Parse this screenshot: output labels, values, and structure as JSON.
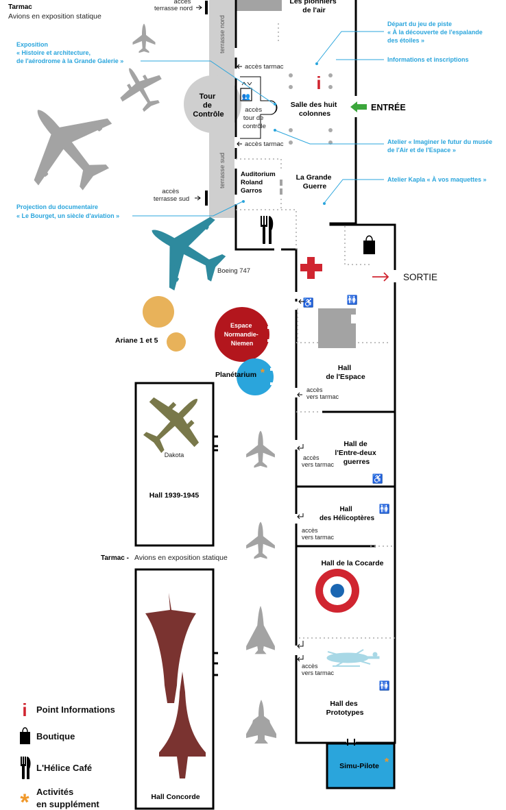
{
  "tarmac_top": {
    "title": "Tarmac",
    "subtitle": "Avions en exposition statique",
    "access_nord": [
      "accès",
      "terrasse nord"
    ],
    "access_sud": [
      "accès",
      "terrasse sud"
    ]
  },
  "terraces": {
    "nord": "terrasse nord",
    "sud": "terrasse sud"
  },
  "tower": [
    "Tour",
    "de",
    "Contrôle"
  ],
  "rooms": {
    "pionniers": [
      "Les pionniers",
      "de l'air"
    ],
    "huit_colonnes": [
      "Salle des huit",
      "colonnes"
    ],
    "acces_tour": [
      "accès",
      "tour de",
      "contrôle"
    ],
    "auditorium": [
      "Auditorium",
      "Roland",
      "Garros"
    ],
    "grande_guerre": [
      "La Grande",
      "Guerre"
    ],
    "normandie": [
      "Espace",
      "Normandie-",
      "Niemen"
    ],
    "planetarium": "Planétarium",
    "hall_espace": [
      "Hall",
      "de l'Espace"
    ],
    "entre_deux": [
      "Hall de",
      "l'Entre-deux",
      "guerres"
    ],
    "helicopteres": [
      "Hall",
      "des Hélicoptères"
    ],
    "cocarde": "Hall de la Cocarde",
    "prototypes": [
      "Hall des",
      "Prototypes"
    ],
    "simu": "Simu-Pilote",
    "hall_1939": "Hall 1939-1945",
    "concorde": "Hall Concorde"
  },
  "access_labels": {
    "tarmac": "accès tarmac",
    "vers": [
      "accès",
      "vers tarmac"
    ]
  },
  "exhibits": {
    "boeing": "Boeing 747",
    "ariane": "Ariane 1 et 5",
    "dakota": "Dakota"
  },
  "tarmac_mid": {
    "title": "Tarmac -",
    "subtitle": "Avions en exposition statique"
  },
  "entries": {
    "entree": "ENTRÉE",
    "sortie": "SORTIE"
  },
  "annotations": {
    "expo": [
      "Exposition",
      "« Histoire et architecture,",
      "de l'aérodrome à la Grande Galerie »"
    ],
    "projection": [
      "Projection du documentaire",
      "« Le Bourget, un siècle d'aviation »"
    ],
    "depart": [
      "Départ du jeu de piste",
      "« À la découverte de l'espalande",
      "des étoiles »"
    ],
    "informations": "Informations et inscriptions",
    "atelier_futur": [
      "Atelier « Imaginer le futur du musée",
      "de l'Air et de l'Espace »"
    ],
    "kapla": "Atelier Kapla « À vos maquettes »"
  },
  "legend": {
    "info": "Point Informations",
    "boutique": "Boutique",
    "cafe": "L'Hélice Café",
    "activites": [
      "Activités",
      "en supplément"
    ]
  },
  "colors": {
    "annotation_blue": "#2aa5dc",
    "boeing_teal": "#2e8a9e",
    "ariane_gold": "#e8b25a",
    "normandie_red": "#b3161d",
    "planetarium_blue": "#2aa5dc",
    "dakota_olive": "#79784a",
    "concorde_brown": "#7a3330",
    "simu_blue": "#2aa5dc",
    "first_aid_red": "#d02530",
    "entree_green": "#3ba63b",
    "activity_orange": "#f0982a",
    "terrace_gray": "#cfcfcf"
  }
}
